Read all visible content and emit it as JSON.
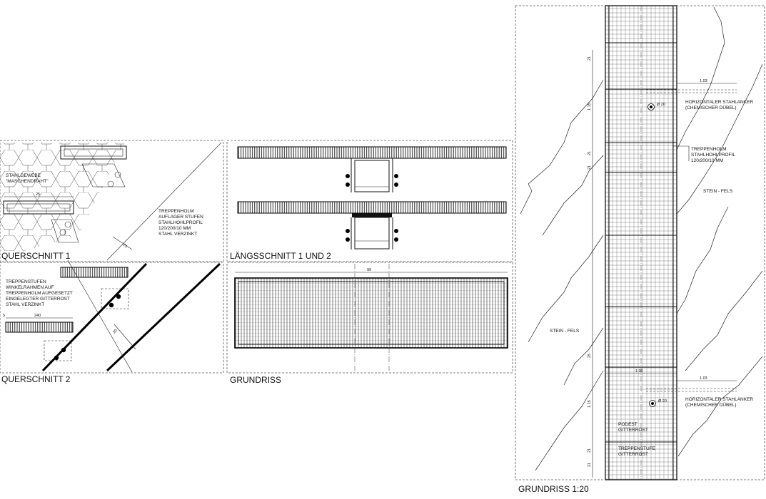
{
  "views": {
    "querschnitt1": {
      "title": "QUERSCHNITT 1",
      "label_mesh": [
        "STAHLGEWEBE",
        "\"MASCHENDRAHT\""
      ],
      "label_stringer": [
        "TREPPENHOLM",
        "AUFLAGER STUFEN",
        "STAHLHOHLPROFIL",
        "120/200/10 MM",
        "STAHL VERZINKT"
      ],
      "dim_tread": "25",
      "dim_angle": "21"
    },
    "laengsschnitt": {
      "title": "LÄNGSSCHNITT 1 UND 2"
    },
    "querschnitt2": {
      "title": "QUERSCHNITT 2",
      "label_treads": [
        "TREPPENSTUFEN",
        "WINKELRAHMEN AUF",
        "TREPPENHOLM AUFGESETZT",
        "EINGELEGTER GITTERROST",
        "STAHL VERZINKT"
      ],
      "dim_width": "240",
      "dim_small": "5",
      "dim_diag": "20"
    },
    "grundriss": {
      "title": "GRUNDRISS",
      "dim_width": "99"
    },
    "grundriss_main": {
      "title": "GRUNDRISS  1:20",
      "anchor_label": [
        "HORIZONTALER STAHLANKER",
        "(CHEMISCHER DÜBEL)"
      ],
      "stringer_label": [
        "TREPPENHOLM",
        "STAHLHOHLPROFIL",
        "120/200/10 MM"
      ],
      "rock_label": "STEIN - FELS",
      "landing_label": [
        "PODEST",
        "GITTERROST"
      ],
      "tread_label": [
        "TREPPENSTUFE",
        "GITTERROST"
      ],
      "dim_anchor": "1.03",
      "dim_run": "1.15",
      "dim_top": "21",
      "dim_mid_a": "21",
      "dim_mid_b": "21",
      "dim_landing": "25",
      "dim_width": "1.00",
      "dim_dia": "Ø 20"
    }
  }
}
